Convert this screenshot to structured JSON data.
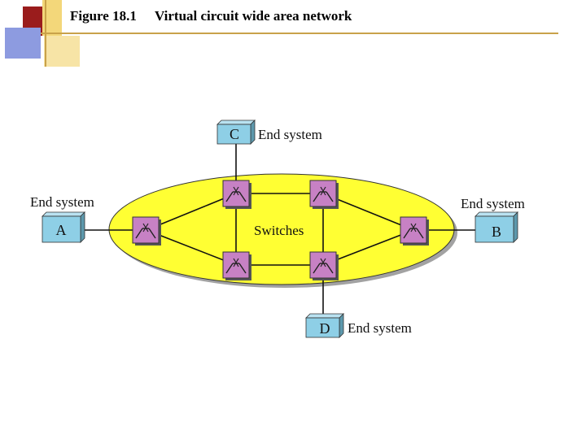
{
  "header": {
    "figure_label": "Figure 18.1",
    "title": "Virtual circuit wide area network"
  },
  "diagram": {
    "network_label": "Switches",
    "end_system_label": "End system",
    "nodes": {
      "a": "A",
      "b": "B",
      "c": "C",
      "d": "D"
    }
  },
  "colors": {
    "network_fill": "#ffff33",
    "system_fill": "#8ecfe6",
    "switch_fill": "#c781c4",
    "header_accent_red": "#9a1c1c",
    "header_accent_blue": "#6f7fc9",
    "header_accent_gold": "#e8c65a"
  }
}
